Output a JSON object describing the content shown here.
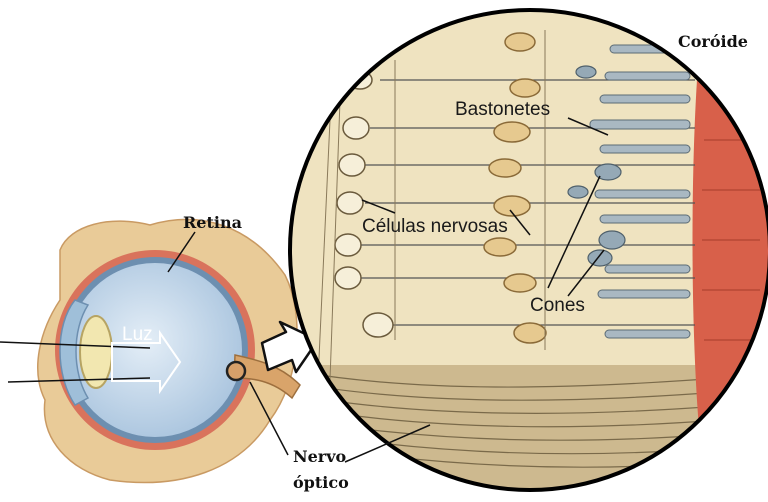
{
  "labels": {
    "retina": "Retina",
    "coroide": "Coróide",
    "bastonetes": "Bastonetes",
    "celulas_nervosas": "Células nervosas",
    "cones": "Cones",
    "luz": "Luz",
    "nervo": "Nervo",
    "optico": "óptico"
  },
  "colors": {
    "lens_fill": "#f2e7b0",
    "retina_red": "#d9735c",
    "sclera_tissue": "#e8c58e",
    "eyeball_blue": "#c9dced",
    "choroid_red": "#d8604a",
    "magnified_background": "#efe3c0",
    "circle_border": "#000000"
  }
}
